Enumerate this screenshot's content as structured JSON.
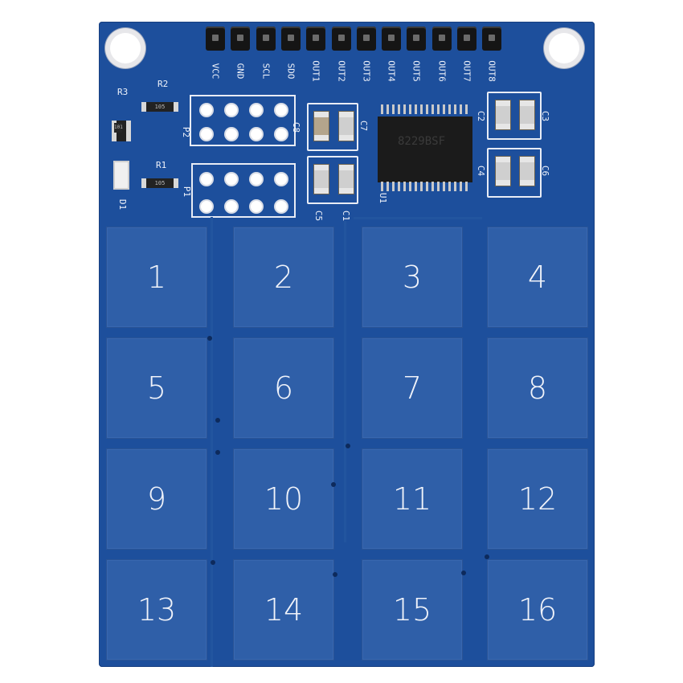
{
  "header_pins": [
    "VCC",
    "GND",
    "SCL",
    "SDO",
    "OUT1",
    "OUT2",
    "OUT3",
    "OUT4",
    "OUT5",
    "OUT6",
    "OUT7",
    "OUT8"
  ],
  "components": {
    "r3": "R3",
    "r2": "R2",
    "r1": "R1",
    "d1": "D1",
    "p2": "P2",
    "p1": "P1",
    "c8": "C8",
    "c7": "C7",
    "c5": "C5",
    "c1": "C1",
    "c2": "C2",
    "c3": "C3",
    "c4": "C4",
    "c6": "C6",
    "u1": "U1",
    "chip": "8229BSF",
    "res_code_a": "105",
    "res_code_b": "105",
    "res_code_c": "101"
  },
  "keys": [
    "1",
    "2",
    "3",
    "4",
    "5",
    "6",
    "7",
    "8",
    "9",
    "10",
    "11",
    "12",
    "13",
    "14",
    "15",
    "16"
  ],
  "colors": {
    "board": "#1d4f9c",
    "pad": "#2f5fa8",
    "silkscreen": "#eef2fa"
  }
}
